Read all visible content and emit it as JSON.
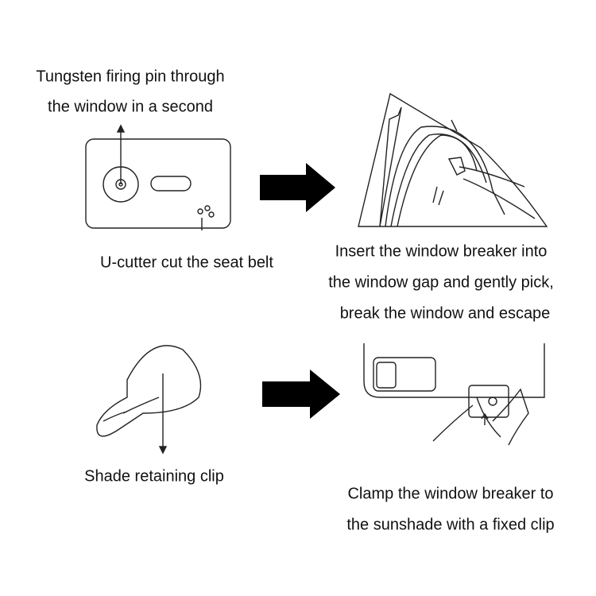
{
  "panels": {
    "card": {
      "lines": [
        "Tungsten firing pin through",
        "the window in a second"
      ],
      "cutter_label": "U-cutter cut the seat belt"
    },
    "window": {
      "lines": [
        "Insert the window breaker into",
        "the window gap and gently pick,",
        "break the window and escape"
      ]
    },
    "clip": {
      "label": "Shade retaining clip"
    },
    "clamp": {
      "lines": [
        "Clamp the window breaker to",
        "the sunshade with a fixed clip"
      ]
    }
  }
}
